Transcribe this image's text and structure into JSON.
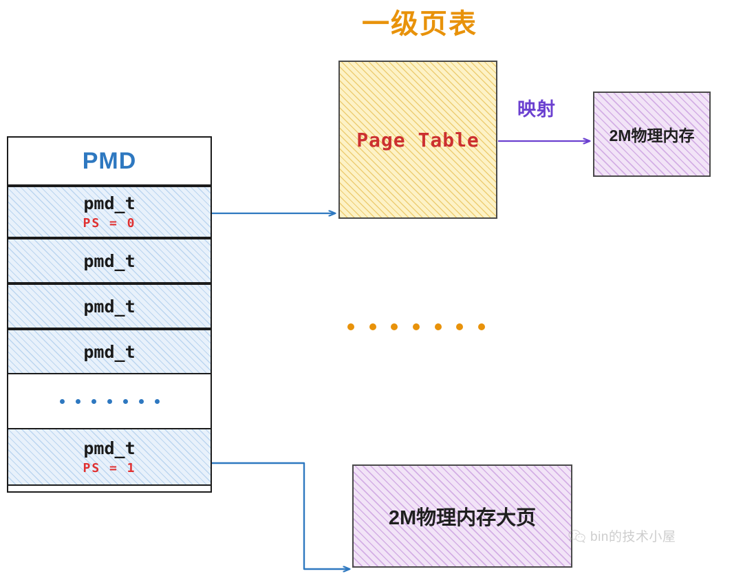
{
  "title": "一级页表",
  "colors": {
    "title_orange": "#e8920a",
    "pmd_blue": "#2e78c0",
    "flag_red": "#e03030",
    "page_table_red": "#cc3030",
    "map_purple": "#6b40d0",
    "arrow_blue": "#2e78c0",
    "hatch_yellow": "#fdf2c6",
    "hatch_purple": "#f2e4f7",
    "hatch_lightblue": "#e8f1fb"
  },
  "pmd_table": {
    "header": "PMD",
    "rows": [
      {
        "label": "pmd_t",
        "flag": "PS = 0",
        "kind": "entry"
      },
      {
        "label": "pmd_t",
        "flag": "",
        "kind": "entry"
      },
      {
        "label": "pmd_t",
        "flag": "",
        "kind": "entry"
      },
      {
        "label": "pmd_t",
        "flag": "",
        "kind": "entry"
      },
      {
        "label": "",
        "flag": "",
        "kind": "ellipsis",
        "dot_count": 7
      },
      {
        "label": "pmd_t",
        "flag": "PS = 1",
        "kind": "entry"
      }
    ]
  },
  "page_table_box": {
    "label": "Page Table"
  },
  "middle_ellipsis": {
    "dot_count": 7
  },
  "map_label": "映射",
  "memory_small": {
    "label": "2M物理内存"
  },
  "memory_large": {
    "label": "2M物理内存大页"
  },
  "watermark": {
    "icon": "wechat-icon",
    "text": "bin的技术小屋"
  },
  "arrows": [
    {
      "name": "pmd-first-to-page-table",
      "from": "pmd_t PS = 0",
      "to": "Page Table",
      "color": "#2e78c0"
    },
    {
      "name": "page-table-to-memory",
      "from": "Page Table",
      "to": "2M物理内存",
      "color": "#6b40d0",
      "label": "映射"
    },
    {
      "name": "pmd-last-to-huge-page",
      "from": "pmd_t PS = 1",
      "to": "2M物理内存大页",
      "color": "#2e78c0"
    }
  ]
}
